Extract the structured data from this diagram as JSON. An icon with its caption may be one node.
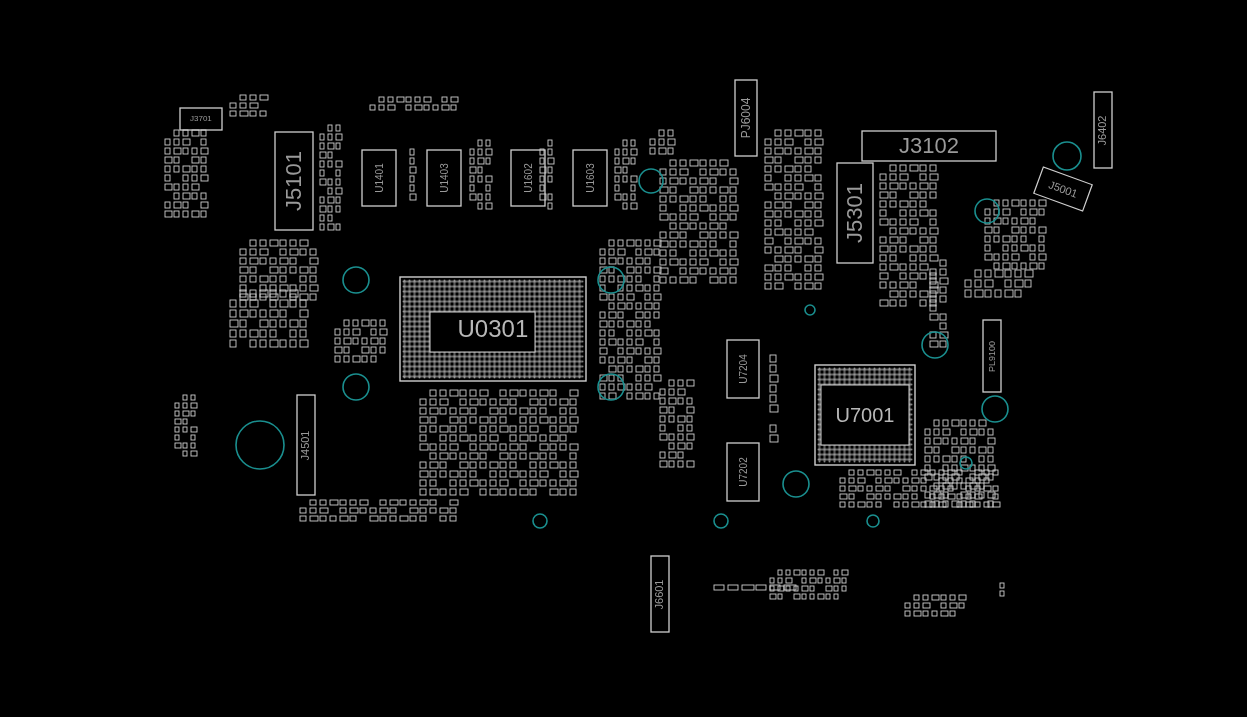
{
  "diagram": {
    "labels": [
      "J3701",
      "J5101",
      "U1401",
      "U1403",
      "U1602",
      "U1603",
      "PJ6004",
      "J3102",
      "J6402",
      "J5301",
      "J5001",
      "U0301",
      "J4501",
      "U7204",
      "U7202",
      "U7001",
      "PL9100",
      "J6601"
    ]
  }
}
